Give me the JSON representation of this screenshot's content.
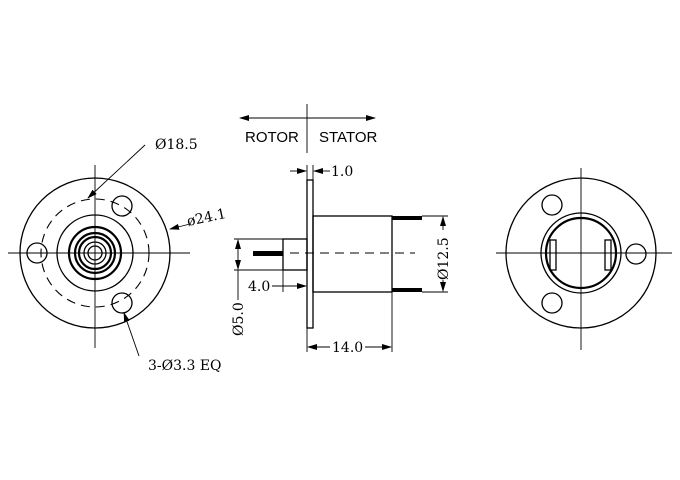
{
  "header": {
    "rotor_label": "ROTOR",
    "stator_label": "STATOR"
  },
  "left_view": {
    "bolt_circle_dim": "Ø18.5",
    "outer_diameter_dim": "ø24.1",
    "holes_dim": "3-Ø3.3 EQ"
  },
  "side_view": {
    "flange_thickness_dim": "1.0",
    "shaft_length_dim": "4.0",
    "shaft_diameter_dim": "Ø5.0",
    "body_length_dim": "14.0",
    "body_diameter_dim": "Ø12.5"
  }
}
